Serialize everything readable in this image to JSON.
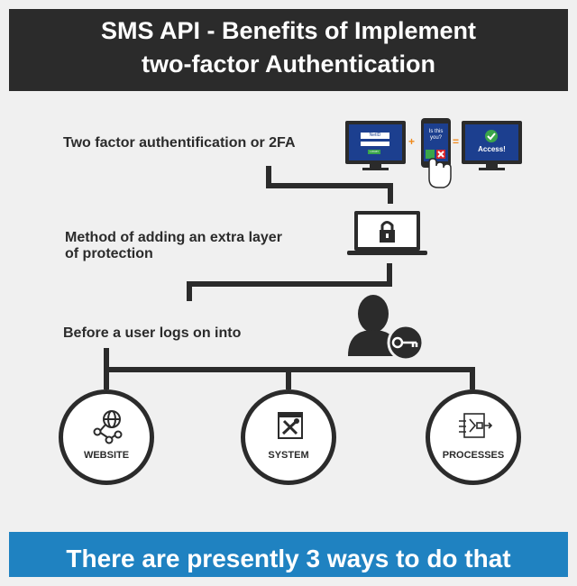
{
  "header": {
    "line1": "SMS API - Benefits of Implement",
    "line2": "two-factor Authentication"
  },
  "steps": [
    {
      "text": "Two factor authentification or 2FA"
    },
    {
      "text_line1": "Method of adding an extra layer",
      "text_line2": "of protection"
    },
    {
      "text": "Before a user logs on into"
    }
  ],
  "illustration": {
    "netid_label": "NetID",
    "login_label": "LOGIN",
    "phone_question_line1": "Is this",
    "phone_question_line2": "you?",
    "plus": "+",
    "equals": "=",
    "access_label": "Access!"
  },
  "targets": [
    {
      "label": "WEBSITE",
      "icon": "globe-network-icon"
    },
    {
      "label": "SYSTEM",
      "icon": "tools-window-icon"
    },
    {
      "label": "PROCESSES",
      "icon": "process-flow-icon"
    }
  ],
  "footer": {
    "text": "There are presently 3 ways to do that"
  },
  "colors": {
    "dark": "#2b2b2b",
    "accent_blue": "#1f82c1",
    "screen_blue": "#1c3f8f",
    "green": "#3aa54a",
    "red": "#d9252b",
    "orange": "#f08a1c"
  }
}
